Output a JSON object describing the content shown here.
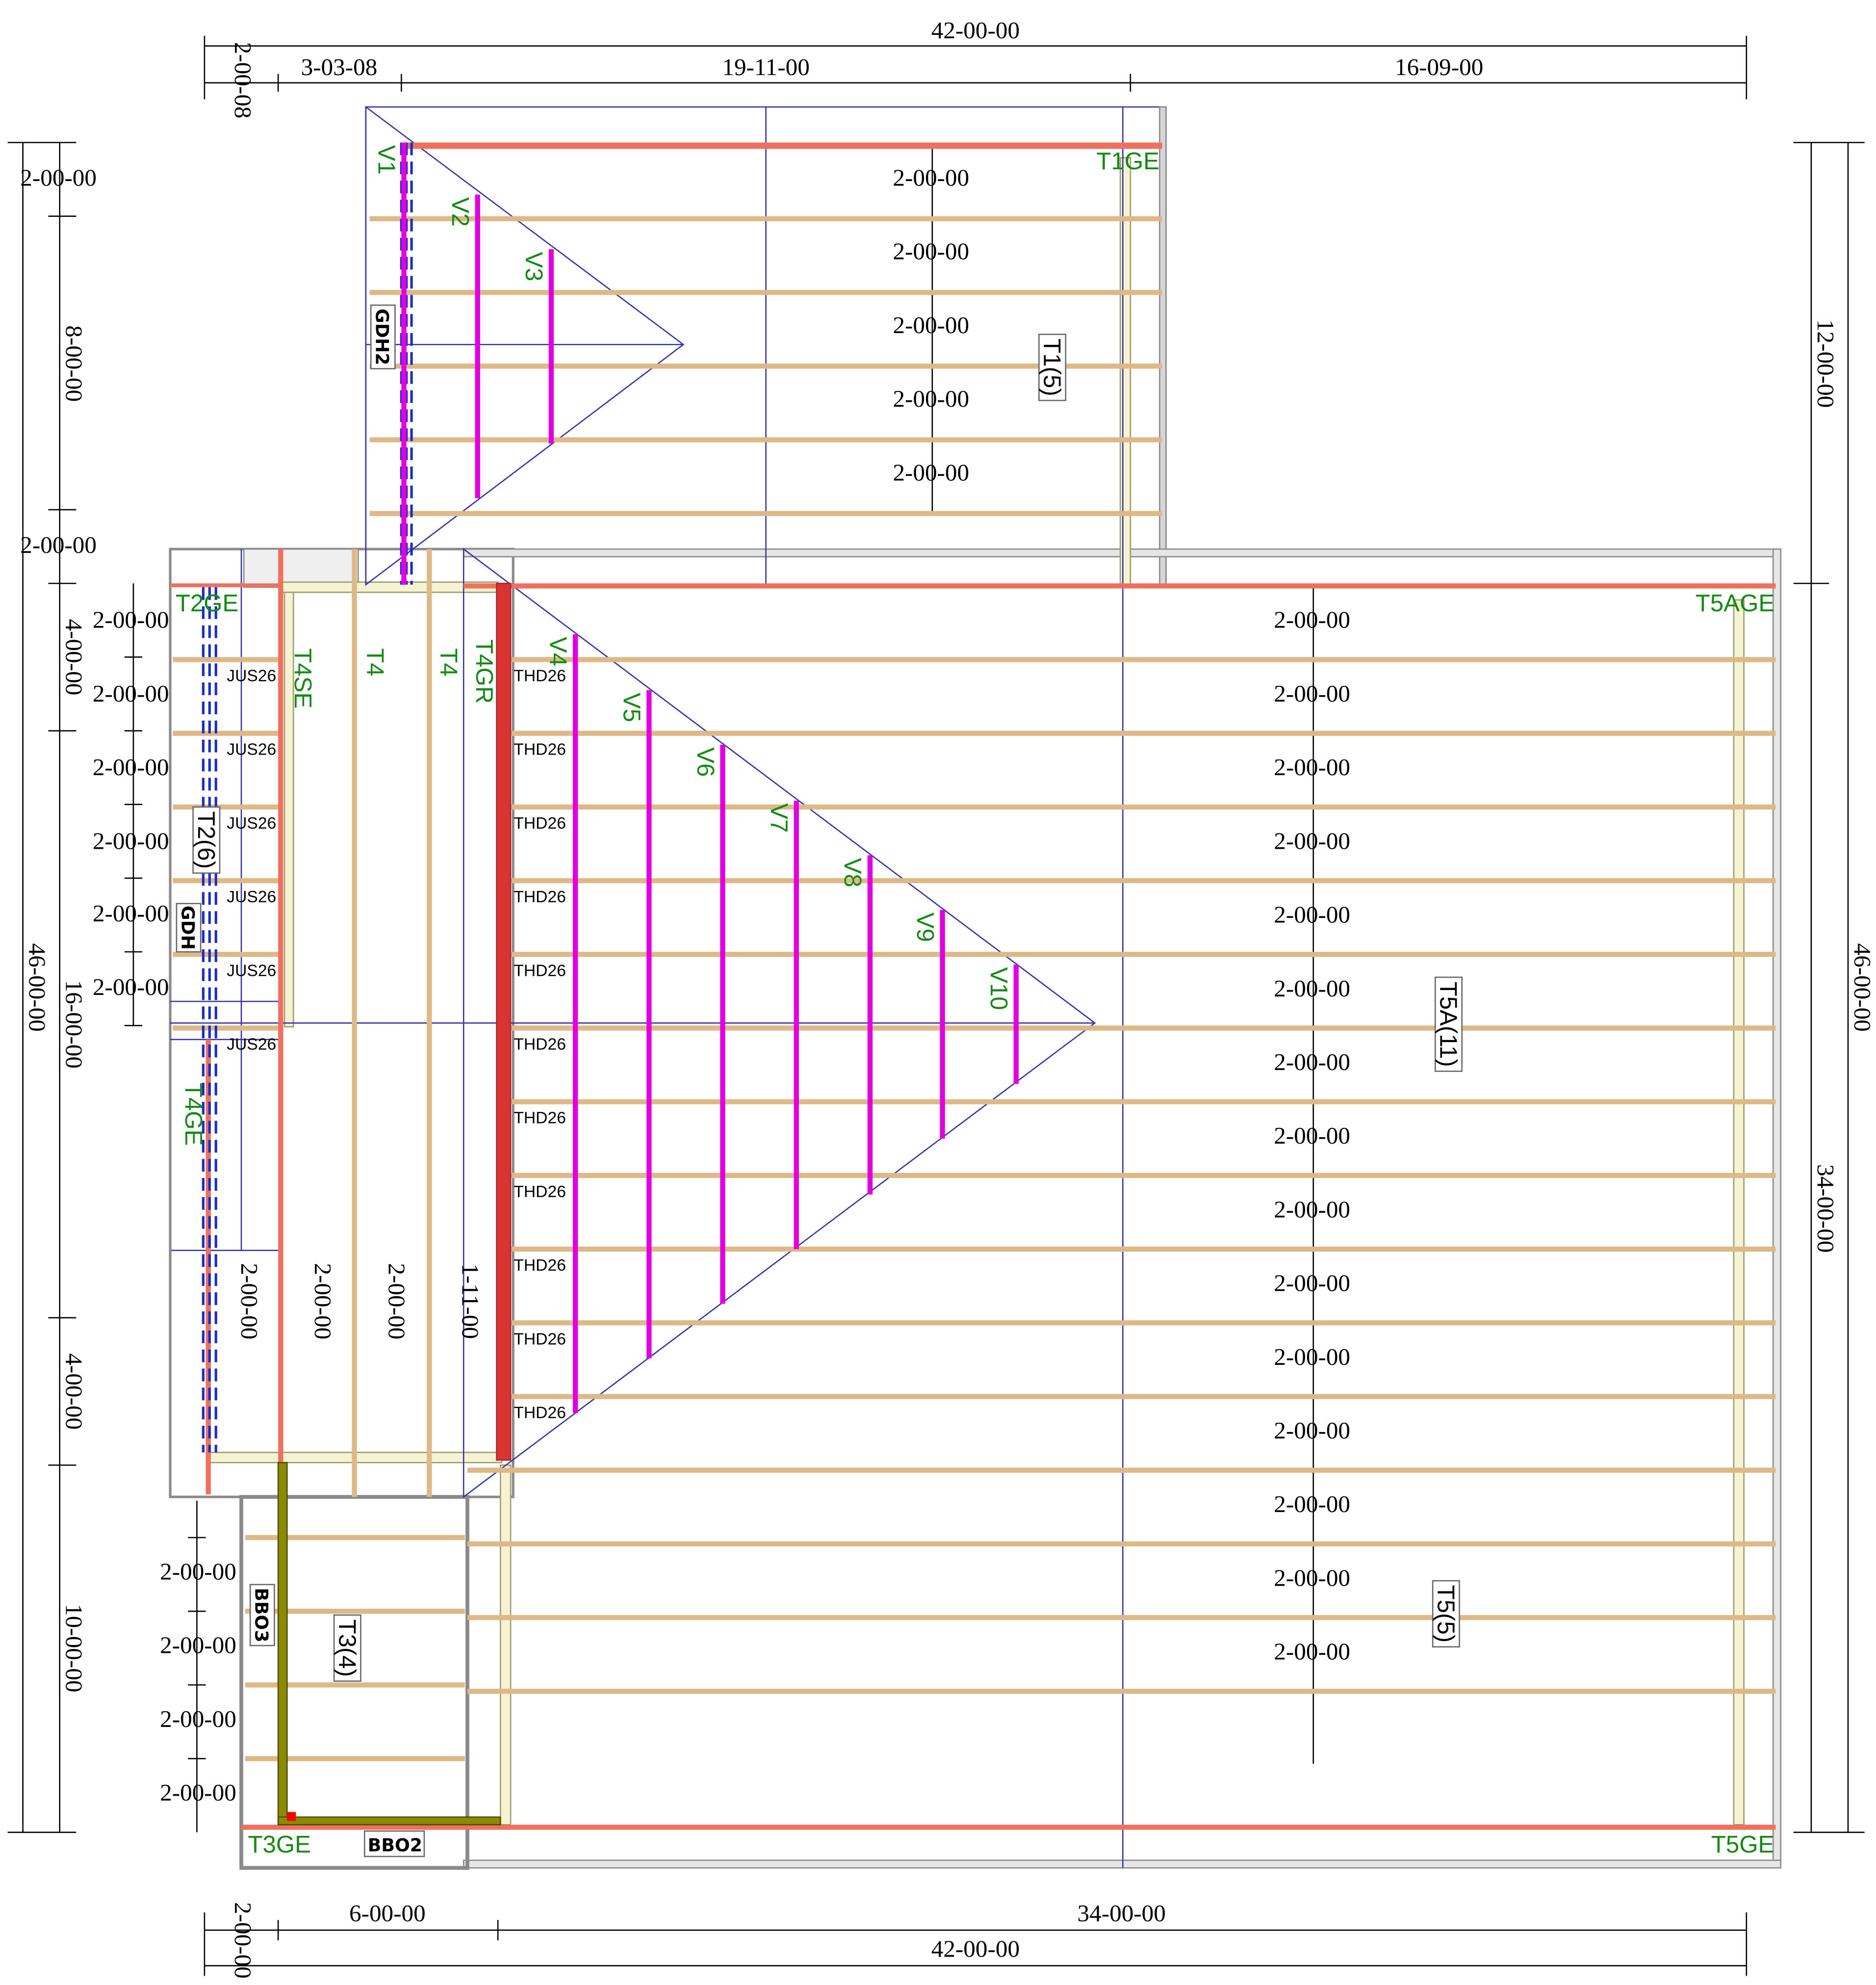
{
  "dimensions": {
    "top_overall": "42-00-00",
    "top_a": "2-00-08",
    "top_b": "3-03-08",
    "top_c": "19-11-00",
    "top_d": "16-09-00",
    "bottom_a": "2-00-00",
    "bottom_b": "6-00-00",
    "bottom_c": "34-00-00",
    "bottom_overall": "42-00-00",
    "left_overall": "46-00-00",
    "left_a": "2-00-00",
    "left_b": "8-00-00",
    "left_c": "2-00-00",
    "left_d": "4-00-00",
    "left_e": "16-00-00",
    "left_f": "4-00-00",
    "left_g": "10-00-00",
    "right_overall": "46-00-00",
    "right_a": "12-00-00",
    "right_b": "34-00-00",
    "spacing": "2-00-00",
    "girder_spacing_last": "1-11-00"
  },
  "truss_labels": {
    "t1ge": "T1GE",
    "t2ge": "T2GE",
    "t4se": "T4SE",
    "t4a": "T4",
    "t4b": "T4",
    "t4gr": "T4GR",
    "t4ge": "T4GE",
    "t5age": "T5AGE",
    "t5ge": "T5GE",
    "t3ge": "T3GE"
  },
  "valley_labels": [
    "V1",
    "V2",
    "V3",
    "V4",
    "V5",
    "V6",
    "V7",
    "V8",
    "V9",
    "V10"
  ],
  "boxed_labels": {
    "t1": "T1(5)",
    "t2": "T2(6)",
    "t3": "T3(4)",
    "t5a": "T5A(11)",
    "t5": "T5(5)"
  },
  "hanger_labels": {
    "jus": "JUS26",
    "thd": "THD26"
  },
  "tags": {
    "gdh2": "GDH2",
    "gdh": "GDH",
    "bbo3": "BBO3",
    "bbo2": "BBO2"
  },
  "colors": {
    "truss": "#deb887",
    "girder": "#b22222",
    "girder_fill": "#d93434",
    "gable": "#f07060",
    "valley": "#e000e0",
    "blue_line": "#3333aa",
    "blue_dashed": "#1a2ccc",
    "label_green": "#138a13",
    "wall": "#8a8a8a",
    "wall_fill": "#e6e6e6",
    "olive": "#8b8b00",
    "pale_yellow": "#f6f3d2"
  }
}
